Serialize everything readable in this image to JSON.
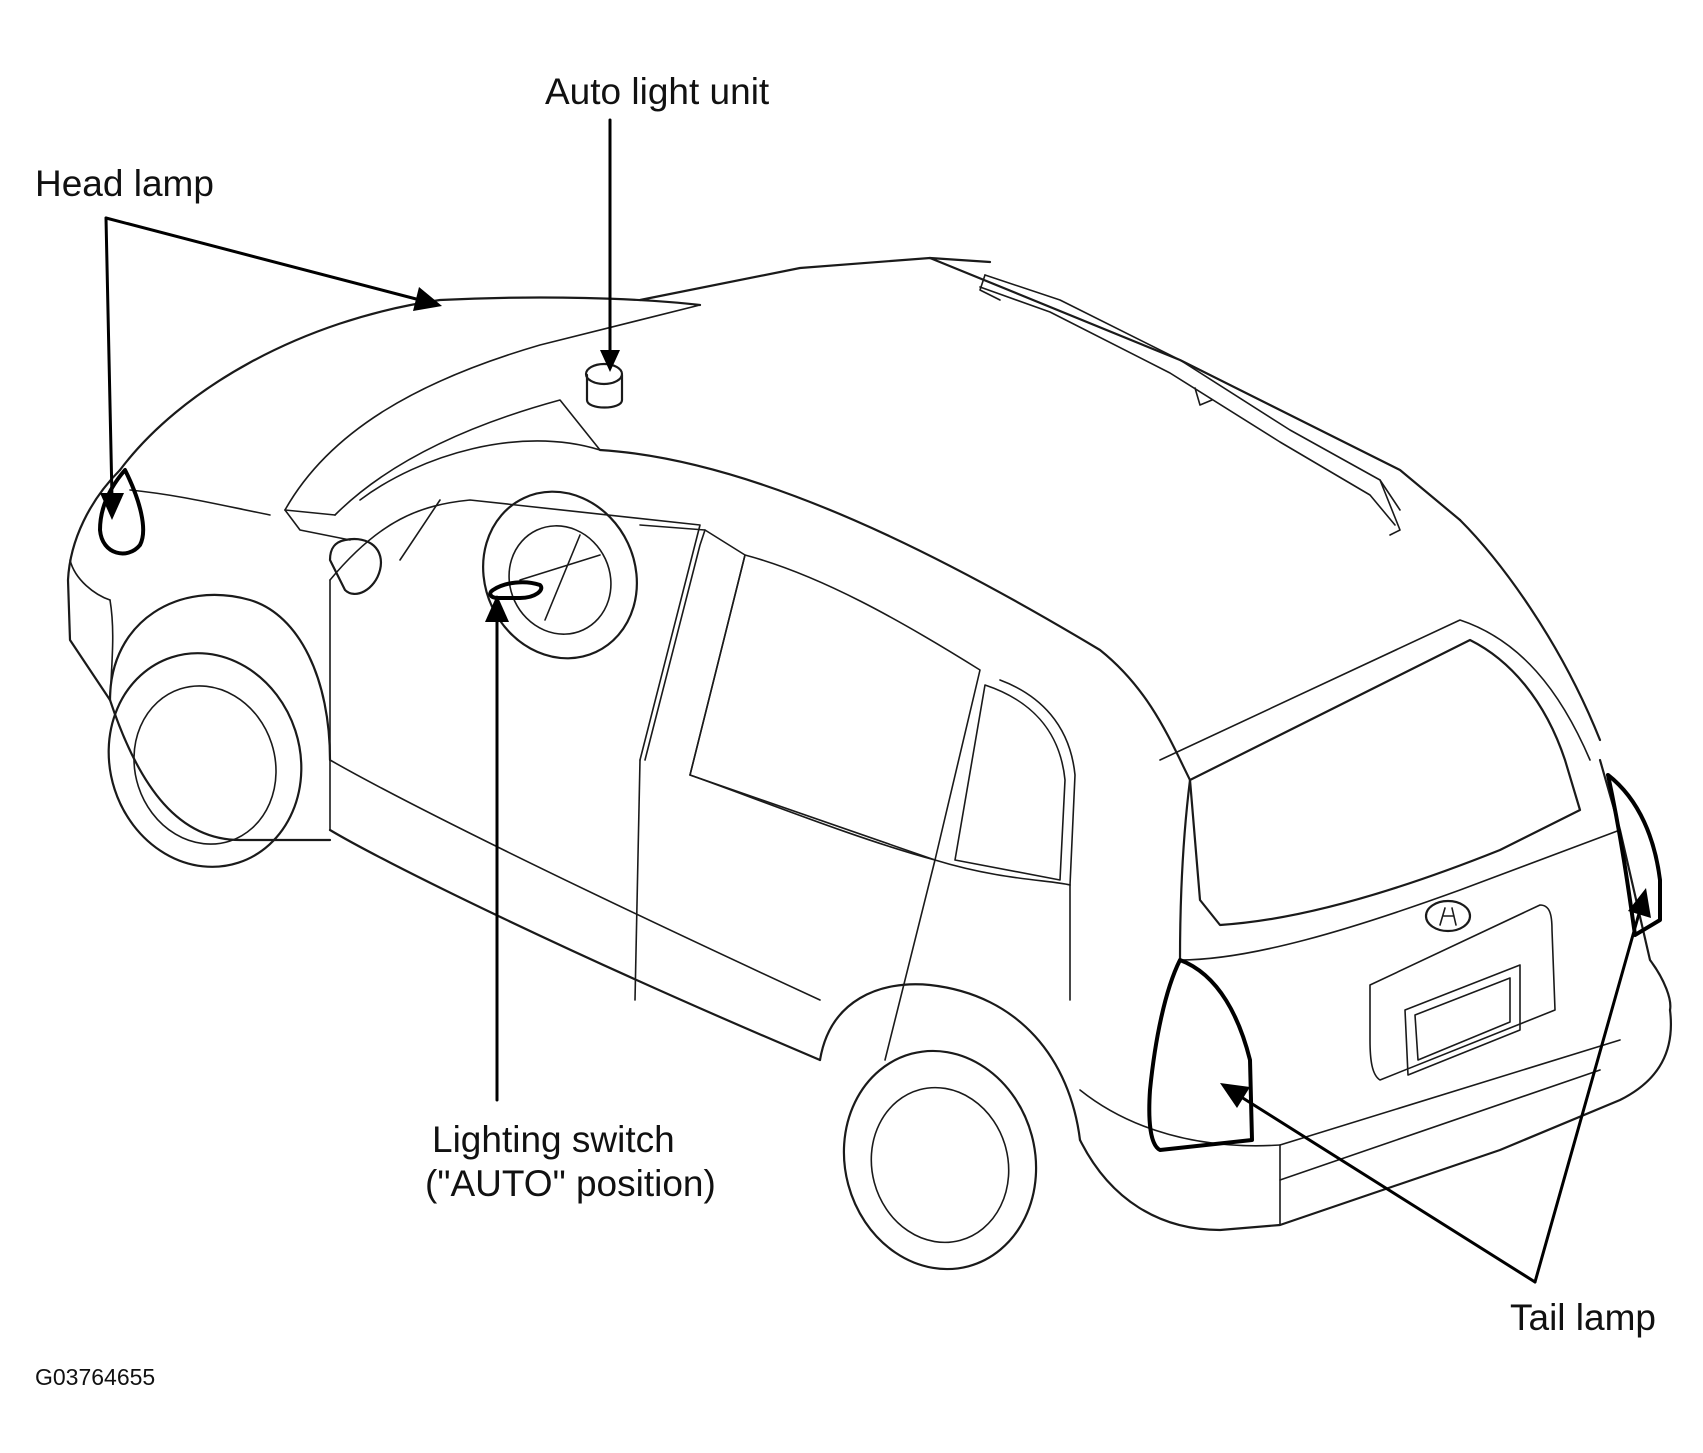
{
  "labels": {
    "head_lamp": "Head lamp",
    "auto_light_unit": "Auto light unit",
    "lighting_switch_line1": "Lighting switch",
    "lighting_switch_line2": "(\"AUTO\" position)",
    "tail_lamp": "Tail lamp"
  },
  "figure_id": "G03764655",
  "colors": {
    "line": "#1a1a1a",
    "leader": "#000000",
    "background": "#ffffff"
  }
}
